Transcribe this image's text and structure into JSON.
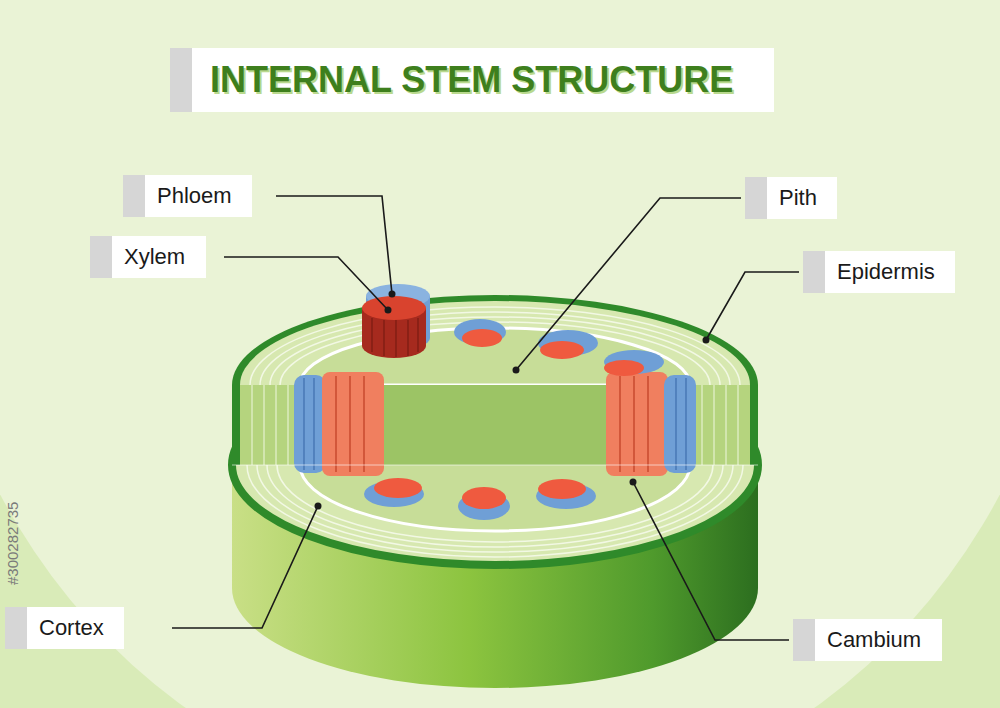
{
  "diagram": {
    "title": "INTERNAL STEM STRUCTURE",
    "nodes": [
      {
        "text": [
          "Phloem"
        ]
      },
      {
        "text": [
          "Pith"
        ]
      },
      {
        "text": [
          "Xylem"
        ]
      },
      {
        "text": [
          "Epidermis"
        ]
      },
      {
        "text": [
          "Cortex"
        ]
      },
      {
        "text": [
          "Cambium"
        ]
      }
    ],
    "labels": [
      "#300282735"
    ]
  }
}
